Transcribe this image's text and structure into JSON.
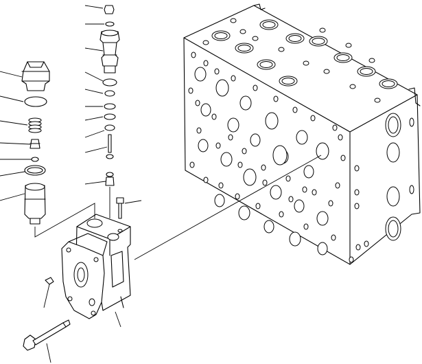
{
  "diagram": {
    "kind": "exploded-parts-view",
    "colors": {
      "line": "#000000",
      "background": "#ffffff"
    },
    "parts": [
      "main-valve-body",
      "section-valve-block",
      "relief-valve-cap",
      "relief-valve-cartridge",
      "stacked-valve-column",
      "mounting-bolt",
      "small-bolt"
    ]
  }
}
